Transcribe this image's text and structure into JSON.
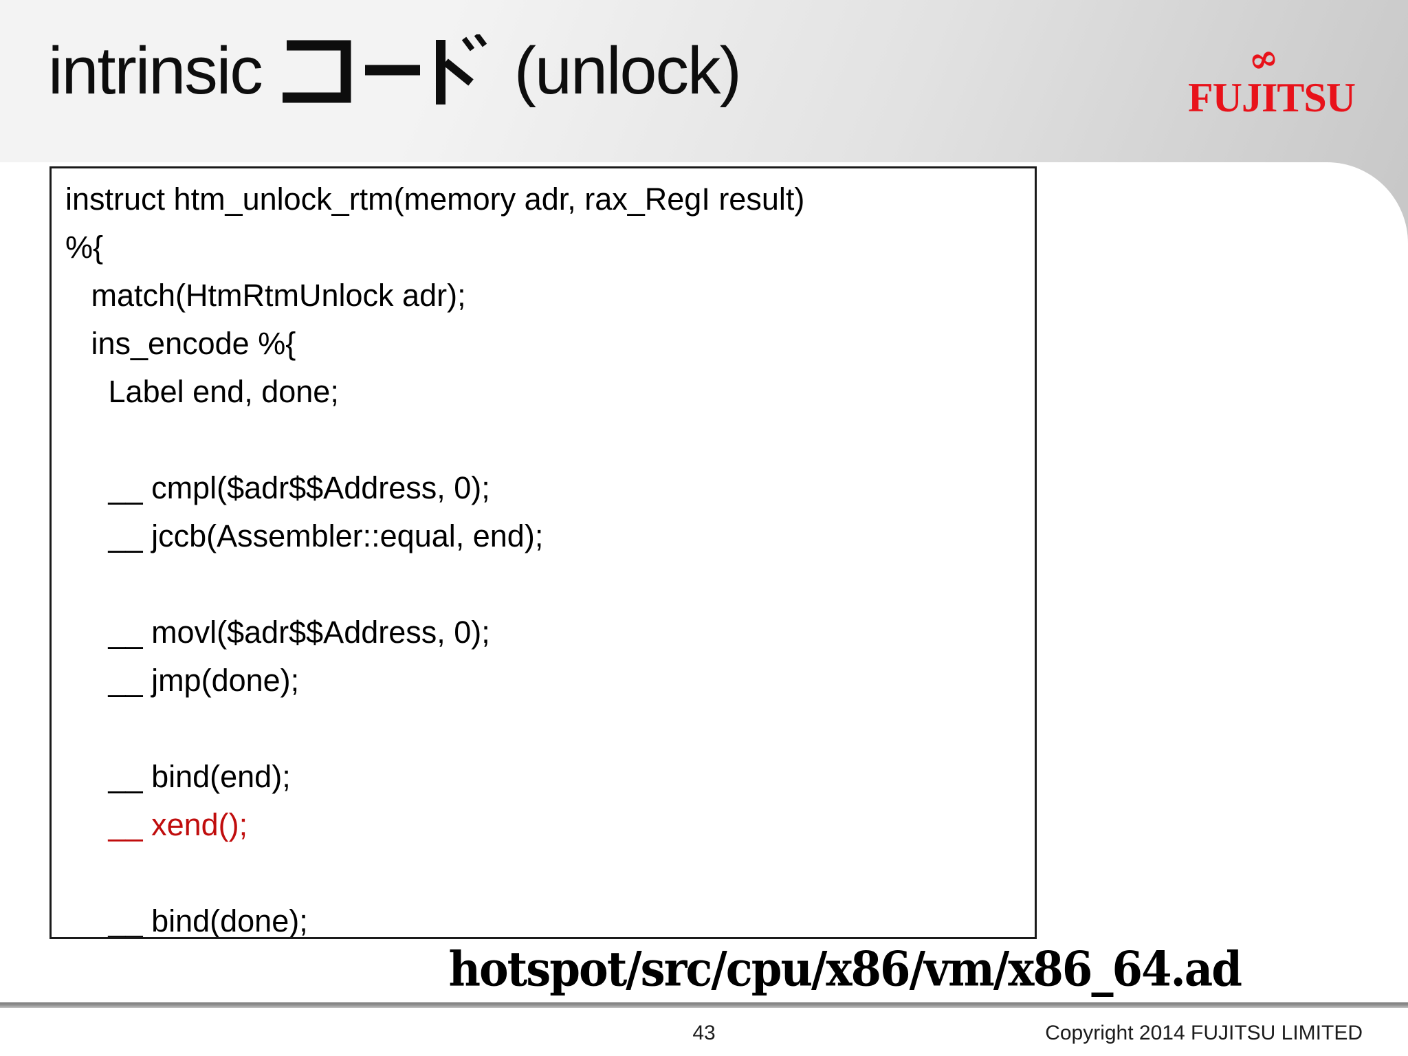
{
  "header": {
    "title_prefix": "intrinsic",
    "title_jp": "コード",
    "title_suffix": " (unlock)",
    "logo_text": "FUJITSU",
    "logo_mark": "∞",
    "logo_color": "#e8121a"
  },
  "code_block": {
    "text_color": "#000000",
    "highlight_color": "#c00d0d",
    "lines": [
      {
        "text": "instruct htm_unlock_rtm(memory adr, rax_RegI result)",
        "highlight": false
      },
      {
        "text": "%{",
        "highlight": false
      },
      {
        "text": "   match(HtmRtmUnlock adr);",
        "highlight": false
      },
      {
        "text": "   ins_encode %{",
        "highlight": false
      },
      {
        "text": "     Label end, done;",
        "highlight": false
      },
      {
        "text": "",
        "highlight": false
      },
      {
        "text": "     __ cmpl($adr$$Address, 0);",
        "highlight": false
      },
      {
        "text": "     __ jccb(Assembler::equal, end);",
        "highlight": false
      },
      {
        "text": "",
        "highlight": false
      },
      {
        "text": "     __ movl($adr$$Address, 0);",
        "highlight": false
      },
      {
        "text": "     __ jmp(done);",
        "highlight": false
      },
      {
        "text": "",
        "highlight": false
      },
      {
        "text": "     __ bind(end);",
        "highlight": false
      },
      {
        "text": "     __ xend();",
        "highlight": true
      },
      {
        "text": "",
        "highlight": false
      },
      {
        "text": "     __ bind(done);",
        "highlight": false
      }
    ]
  },
  "footer": {
    "source_path": "hotspot/src/cpu/x86/vm/x86_64.ad",
    "page_number": "43",
    "copyright": "Copyright 2014 FUJITSU LIMITED"
  }
}
